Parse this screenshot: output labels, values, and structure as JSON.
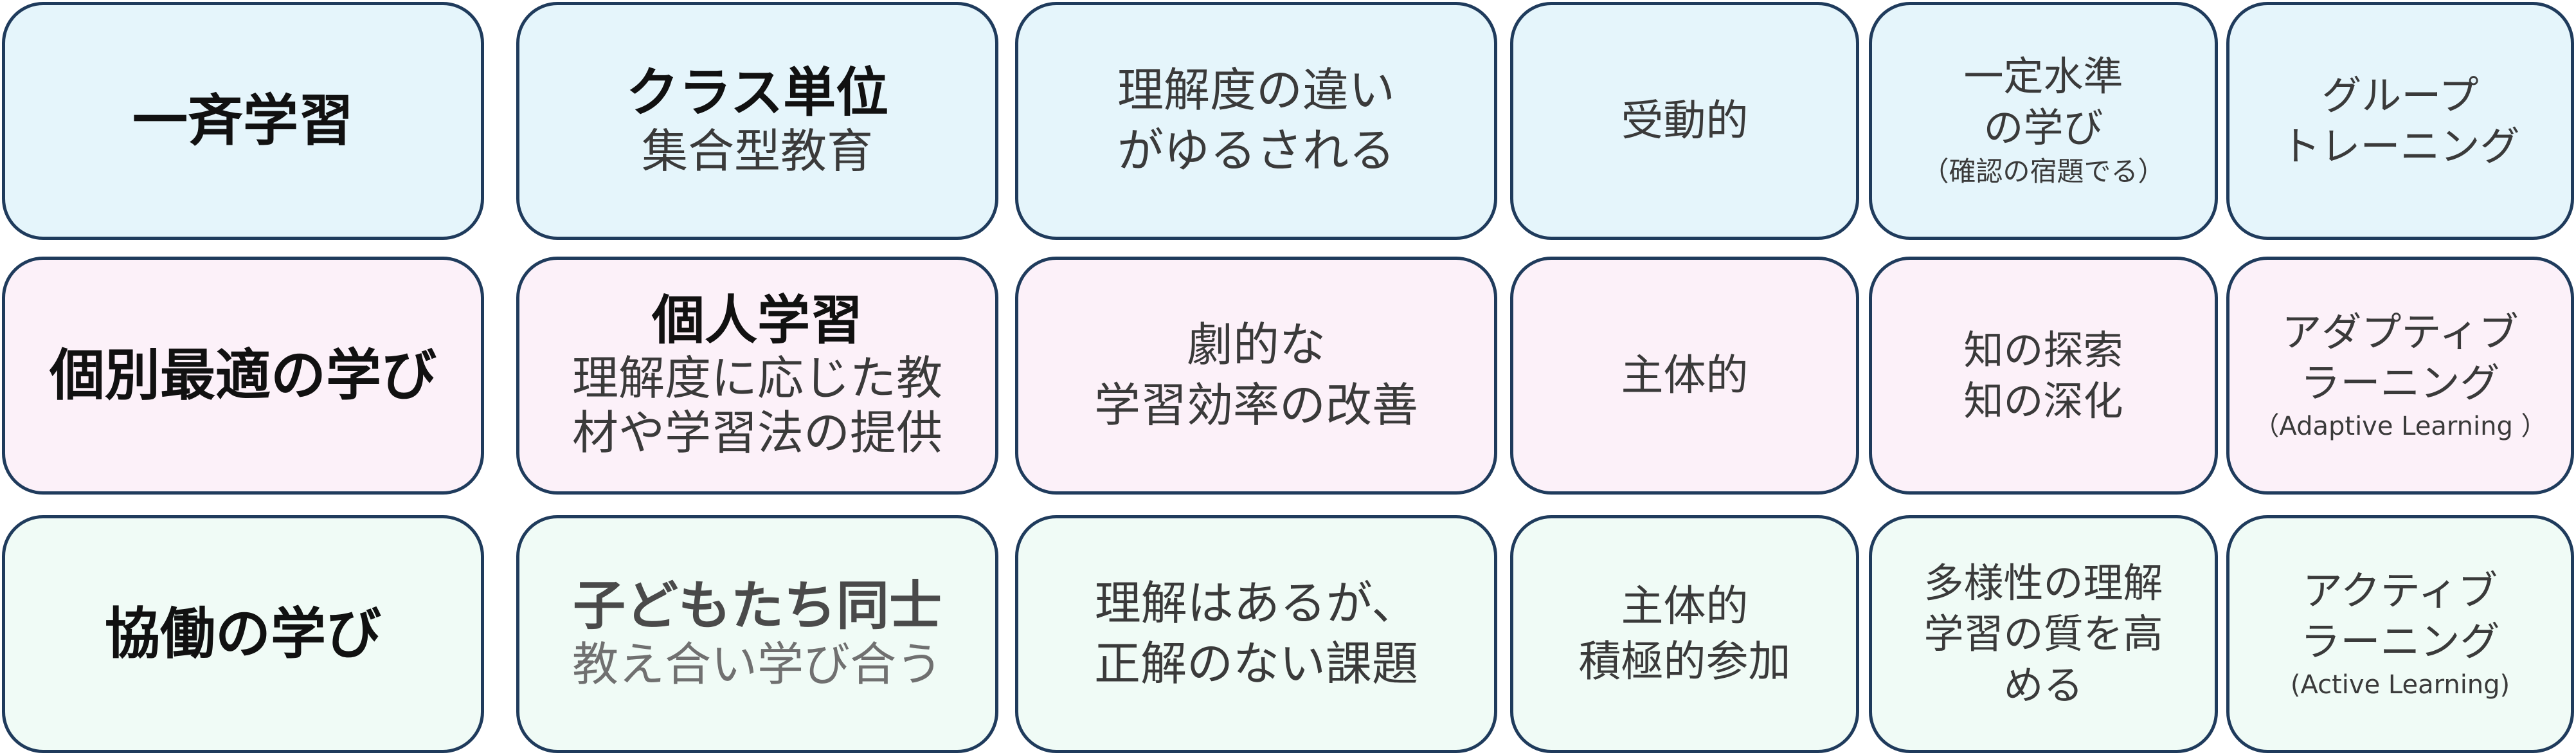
{
  "rows": [
    {
      "name": "一斉学習",
      "format_title": "クラス単位",
      "format_sub": "集合型教育",
      "understanding": [
        "理解度の違い",
        "がゆるされる"
      ],
      "attitude": [
        "受動的"
      ],
      "outcome": [
        "一定水準",
        "の学び"
      ],
      "outcome_note": "（確認の宿題でる）",
      "method": [
        "グループ",
        "トレーニング"
      ],
      "method_note": ""
    },
    {
      "name": "個別最適の学び",
      "format_title": "個人学習",
      "format_sub_lines": [
        "理解度に応じた教",
        "材や学習法の提供"
      ],
      "understanding": [
        "劇的な",
        "学習効率の改善"
      ],
      "attitude": [
        "主体的"
      ],
      "outcome": [
        "知の探索",
        "知の深化"
      ],
      "method": [
        "アダプティブ",
        "ラーニング"
      ],
      "method_note": "（Adaptive Learning ）"
    },
    {
      "name": "協働の学び",
      "format_title": "子どもたち同士",
      "format_sub": "教え合い学び合う",
      "understanding": [
        "理解はあるが、",
        "正解のない課題"
      ],
      "attitude": [
        "主体的",
        "積極的参加"
      ],
      "outcome": [
        "多様性の理解",
        "学習の質を高",
        "める"
      ],
      "method": [
        "アクティブ",
        "ラーニング"
      ],
      "method_note": "(Active Learning)"
    }
  ],
  "colors": {
    "border": "#1f3b5c",
    "row_0_fill": "#e5f5fb",
    "row_1_fill": "#fcf1f9",
    "row_2_fill": "#f0fbf6",
    "gray_text": "#707070"
  }
}
